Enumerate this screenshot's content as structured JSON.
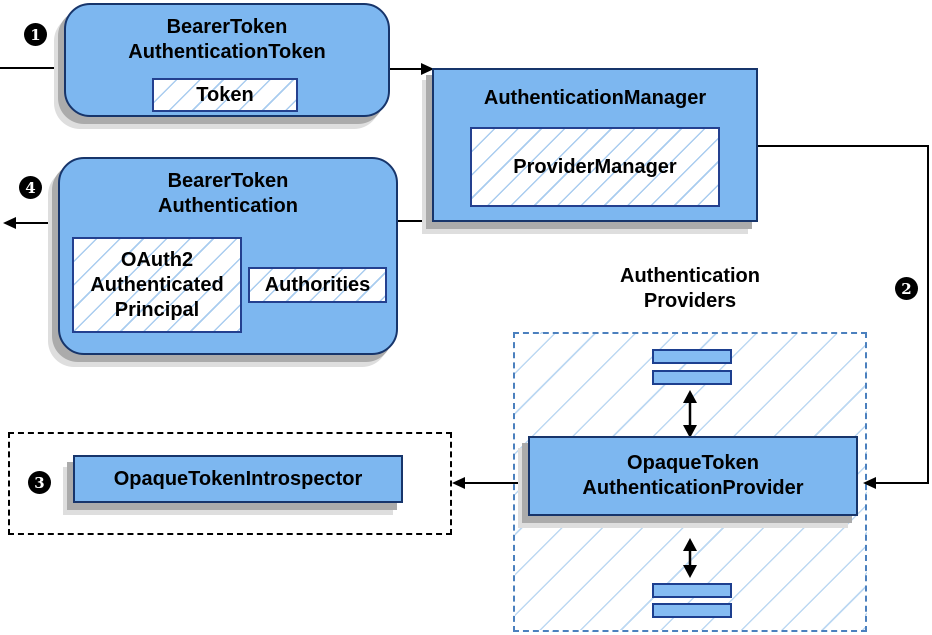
{
  "nodes": {
    "bearer_token_authentication_token": {
      "title": "BearerToken\nAuthenticationToken",
      "token_label": "Token"
    },
    "authentication_manager": {
      "title": "AuthenticationManager",
      "provider_manager_label": "ProviderManager"
    },
    "bearer_token_authentication": {
      "title": "BearerToken\nAuthentication",
      "principal_label": "OAuth2\nAuthenticated\nPrincipal",
      "authorities_label": "Authorities"
    },
    "opaque_token_introspector": {
      "label": "OpaqueTokenIntrospector"
    },
    "authentication_providers": {
      "group_title": "Authentication\nProviders",
      "provider_label": "OpaqueToken\nAuthenticationProvider"
    }
  },
  "badges": {
    "step1": "1",
    "step2": "2",
    "step3": "3",
    "step4": "4"
  },
  "colors": {
    "node_fill": "#7db7f0",
    "node_border": "#17356b",
    "inner_box_border": "#24408f",
    "hatch_line": "#a9ccef",
    "providers_dashed_border": "#4b80be",
    "introspector_dashed_border": "#000000",
    "arrow": "#000000",
    "badge_fill": "#000000",
    "badge_text": "#ffffff",
    "shadow_dark": "#ababab",
    "shadow_light": "#dedede"
  }
}
